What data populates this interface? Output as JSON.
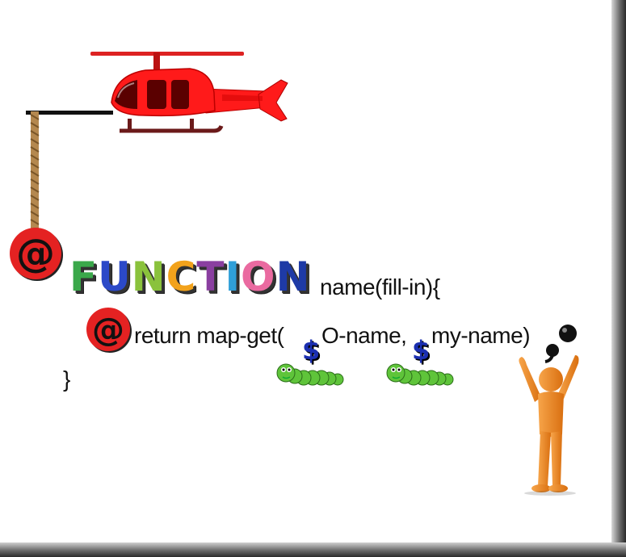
{
  "function_keyword": {
    "at": "@",
    "letters": [
      {
        "ch": "F",
        "color": "#3aa84a"
      },
      {
        "ch": "U",
        "color": "#2b49c8"
      },
      {
        "ch": "N",
        "color": "#8ac23c"
      },
      {
        "ch": "C",
        "color": "#f2a21b"
      },
      {
        "ch": "T",
        "color": "#8a3fa0"
      },
      {
        "ch": "I",
        "color": "#2f9fd8"
      },
      {
        "ch": "O",
        "color": "#ea6aa0"
      },
      {
        "ch": "N",
        "color": "#1e3aa6"
      }
    ],
    "signature": "name(fill-in){"
  },
  "return_line": {
    "at": "@",
    "text_start": "return map-get(",
    "dollar1": "$",
    "arg1": "O-name,",
    "dollar2": "$",
    "arg2": "my-name)"
  },
  "closing_brace": "}",
  "colors": {
    "helicopter": "#ff1a1a",
    "at_symbol": "#e02020",
    "dollar": "#1b2fb0",
    "worm": "#5fc43a",
    "figure": "#f28a1e"
  },
  "icons": [
    "helicopter-icon",
    "rope-icon",
    "worm-icon",
    "person-cheering-icon",
    "semicolon-icon"
  ]
}
